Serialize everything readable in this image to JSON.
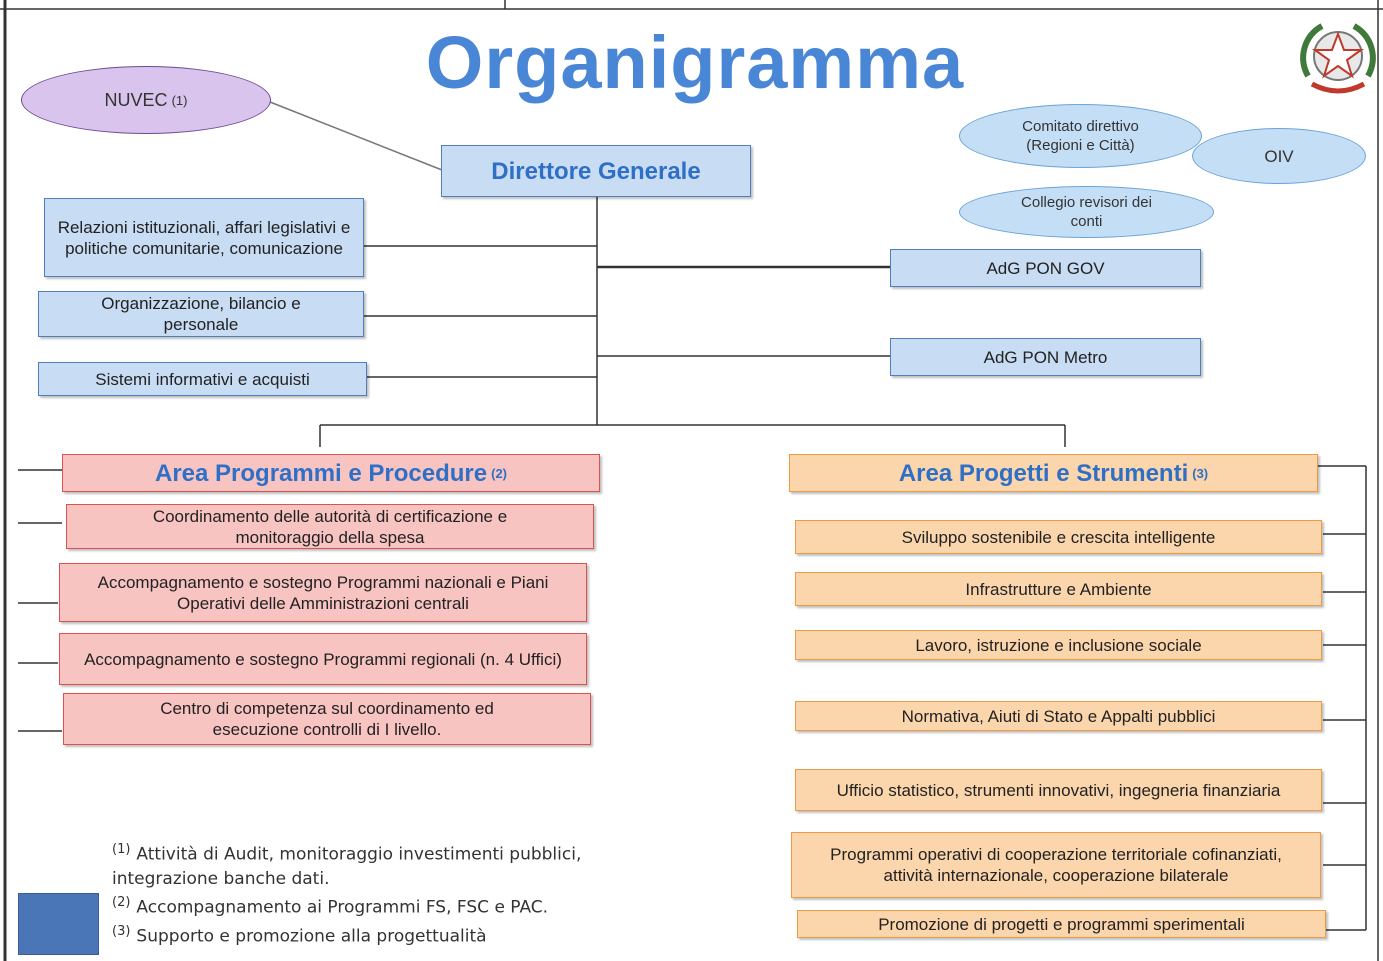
{
  "title": "Organigramma",
  "nuvec": {
    "label": "NUVEC",
    "note": "(1)"
  },
  "director": "Direttore Generale",
  "committee": "Comitato direttivo (Regioni e Città)",
  "oiv": "OIV",
  "auditors": "Collegio revisori dei conti",
  "staff_units": [
    "Relazioni istituzionali, affari legislativi e politiche comunitarie, comunicazione",
    "Organizzazione, bilancio e personale",
    "Sistemi informativi e acquisti"
  ],
  "adg": [
    "AdG PON GOV",
    "AdG PON Metro"
  ],
  "area_programmi": {
    "title": "Area Programmi e Procedure",
    "note": "(2)",
    "units": [
      "Coordinamento delle autorità di certificazione e monitoraggio della spesa",
      "Accompagnamento e sostegno Programmi nazionali e Piani Operativi delle Amministrazioni centrali",
      "Accompagnamento e sostegno Programmi regionali (n. 4 Uffici)",
      "Centro di competenza sul coordinamento ed esecuzione controlli di I livello."
    ]
  },
  "area_progetti": {
    "title": "Area Progetti e Strumenti",
    "note": "(3)",
    "units": [
      "Sviluppo sostenibile e crescita intelligente",
      "Infrastrutture e Ambiente",
      "Lavoro, istruzione e inclusione sociale",
      "Normativa, Aiuti di Stato e Appalti pubblici",
      "Ufficio statistico, strumenti innovativi, ingegneria finanziaria",
      "Programmi operativi di cooperazione territoriale cofinanziati, attività internazionale, cooperazione bilaterale",
      "Promozione di progetti e programmi sperimentali"
    ]
  },
  "footnotes": [
    {
      "num": "(1)",
      "text": "Attività di Audit, monitoraggio investimenti pubblici, integrazione banche dati."
    },
    {
      "num": "(2)",
      "text": "Accompagnamento ai Programmi FS, FSC e PAC."
    },
    {
      "num": "(3)",
      "text": "Supporto e promozione alla progettualità"
    }
  ],
  "colors": {
    "title": "#4a86d6",
    "red": "#f8c4c2",
    "orange": "#fbd6ad",
    "blue": "#c8dcf3",
    "legend_square": "#4a76b8"
  }
}
